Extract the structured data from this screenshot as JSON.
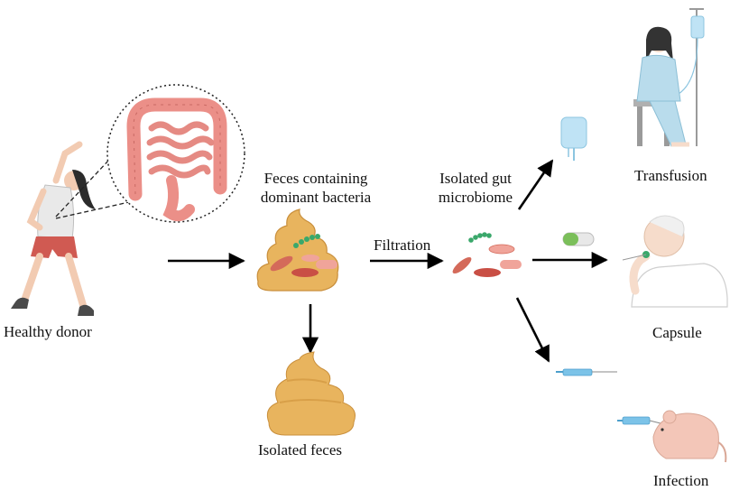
{
  "labels": {
    "donor": "Healthy donor",
    "feces_line1": "Feces containing",
    "feces_line2": "dominant bacteria",
    "filtration": "Filtration",
    "microbiome_line1": "Isolated gut",
    "microbiome_line2": "microbiome",
    "isolated_feces": "Isolated feces",
    "transfusion": "Transfusion",
    "capsule": "Capsule",
    "infection": "Infection"
  },
  "colors": {
    "intestine": "#eb8f88",
    "intestine_dark": "#c96a64",
    "feces": "#e8b45e",
    "feces_dark": "#c98f3c",
    "bacteria_green": "#3aa86b",
    "bacteria_red": "#d46a5a",
    "bacteria_pink": "#f0a49a",
    "iv_bag": "#bfe3f5",
    "syringe": "#7cc3e8",
    "mouse": "#f3c6b8",
    "skin": "#f6dccb",
    "gown": "#b9dcec",
    "arrow": "#000000"
  }
}
